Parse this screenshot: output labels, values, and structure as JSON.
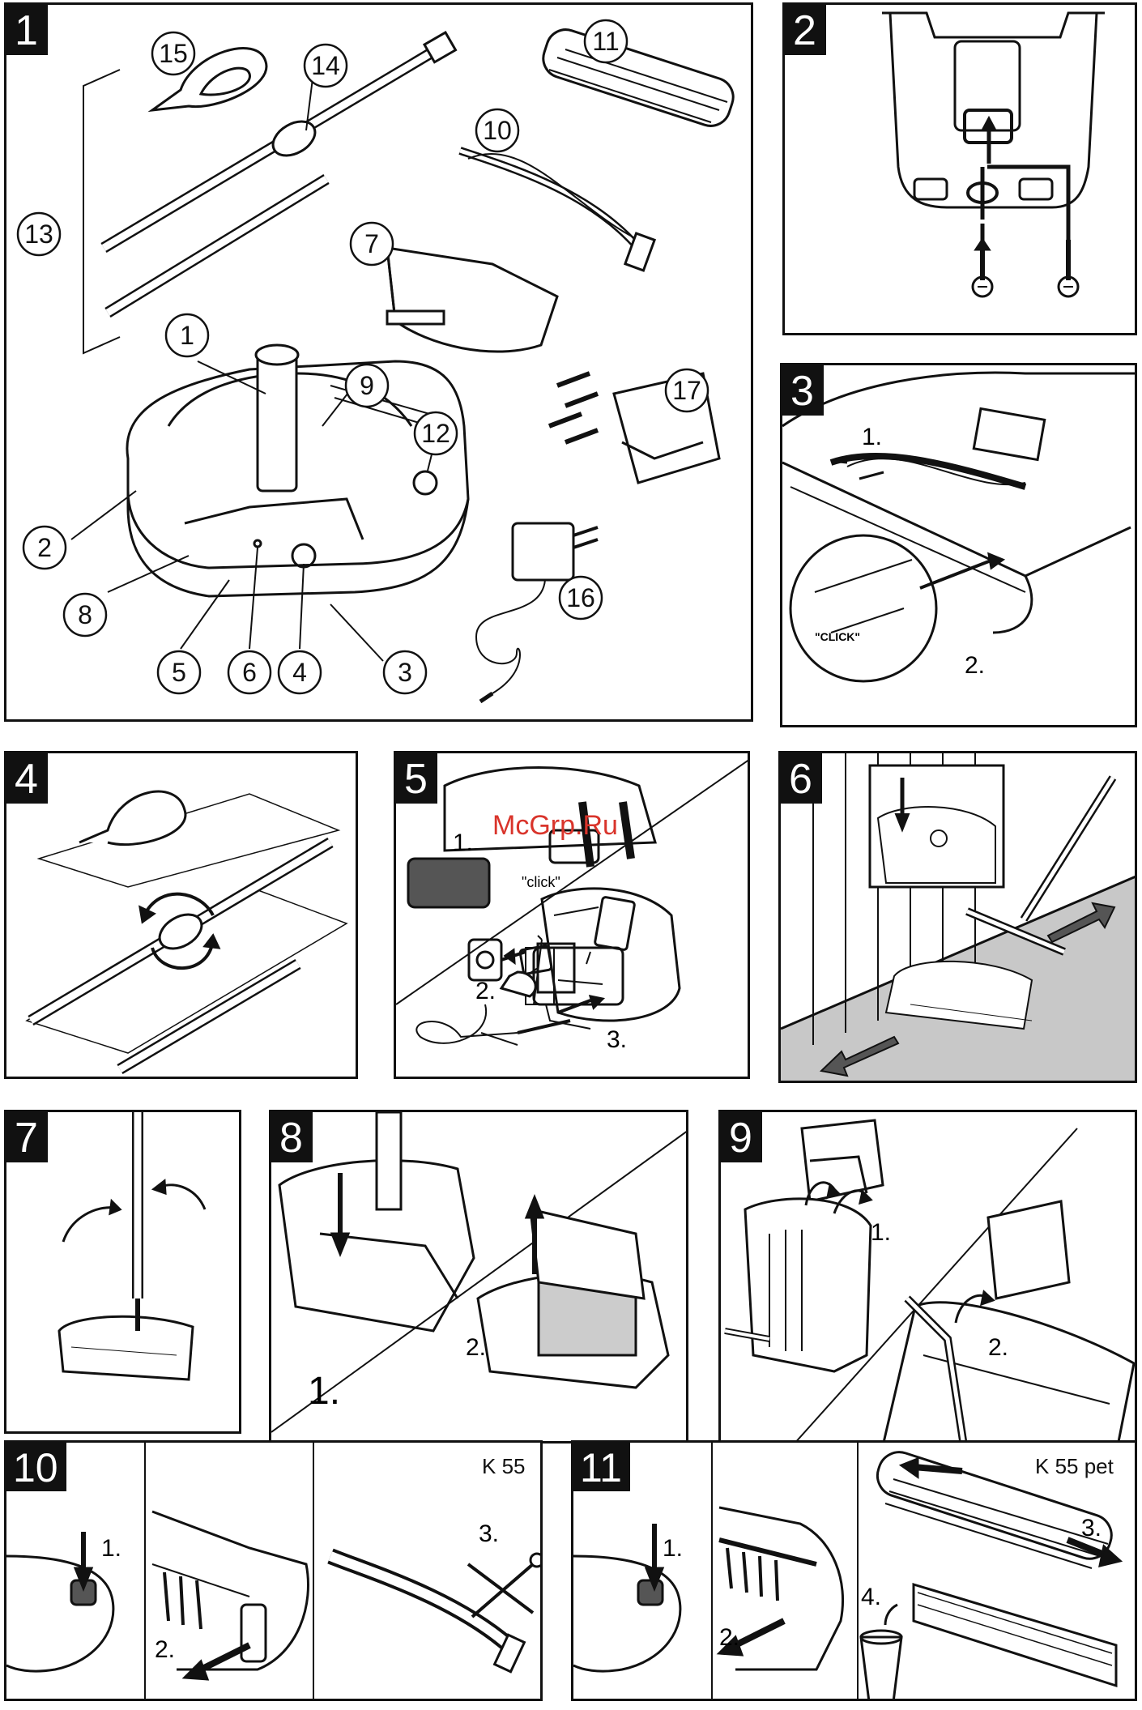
{
  "panels": [
    {
      "number": "1"
    },
    {
      "number": "2"
    },
    {
      "number": "3"
    },
    {
      "number": "4"
    },
    {
      "number": "5"
    },
    {
      "number": "6"
    },
    {
      "number": "7"
    },
    {
      "number": "8"
    },
    {
      "number": "9"
    },
    {
      "number": "10"
    },
    {
      "number": "11"
    }
  ],
  "panel1": {
    "callouts": [
      "1",
      "2",
      "3",
      "4",
      "5",
      "6",
      "7",
      "8",
      "9",
      "10",
      "11",
      "12",
      "13",
      "14",
      "15",
      "16",
      "17"
    ]
  },
  "panel3": {
    "step1": "1.",
    "step2": "2.",
    "click": "\"CLICK\""
  },
  "panel5": {
    "step1": "1.",
    "step2": "2.",
    "step3": "3.",
    "click": "\"click\""
  },
  "panel8": {
    "step1": "1.",
    "step2": "2."
  },
  "panel9": {
    "step1": "1.",
    "step2": "2."
  },
  "panel10": {
    "model": "K 55",
    "step1": "1.",
    "step2": "2.",
    "step3": "3."
  },
  "panel11": {
    "model": "K 55 pet",
    "step1": "1.",
    "step2": "2.",
    "step3": "3.",
    "step4": "4."
  },
  "watermark": "McGrp.Ru",
  "colors": {
    "ink": "#111111",
    "floor": "#c8c8c8",
    "watermark": "#d9342b"
  }
}
